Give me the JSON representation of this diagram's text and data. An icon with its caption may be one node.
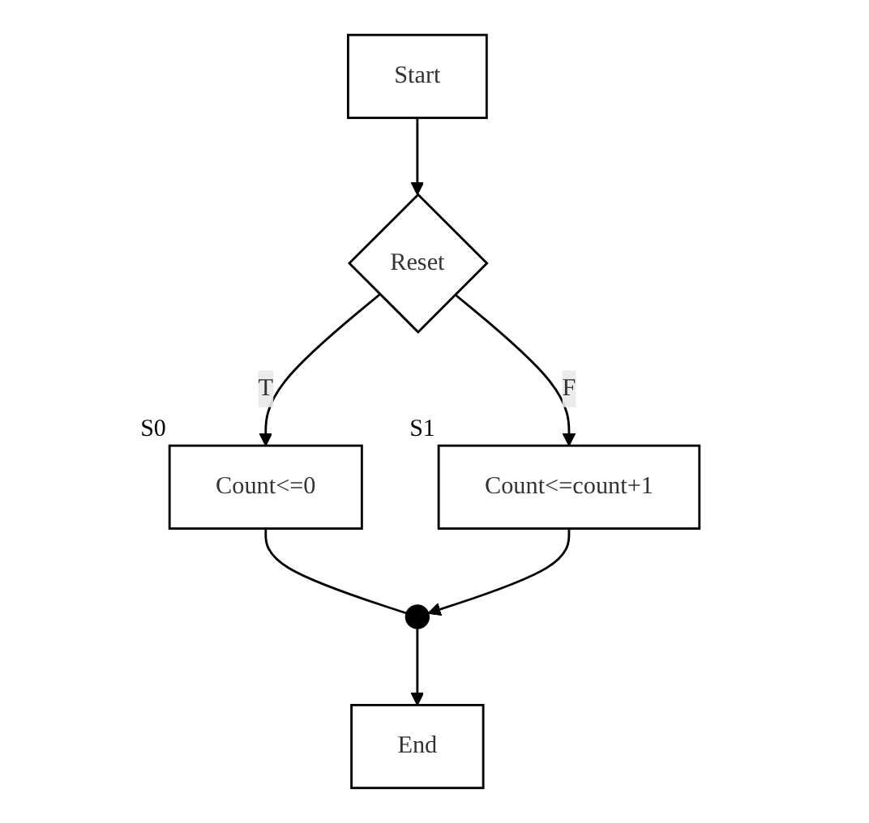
{
  "diagram": {
    "nodes": [
      {
        "text": [
          "Start"
        ]
      },
      {
        "text": [
          "Reset"
        ]
      },
      {
        "text": [
          "Count<=count+1"
        ],
        "beside": [
          "S1"
        ]
      },
      {
        "text": [
          "Count<=0"
        ],
        "beside": [
          "S0"
        ]
      },
      {
        "text": [],
        "shape": "circle"
      },
      {
        "text": [
          "End"
        ]
      }
    ],
    "edges": [
      {
        "from": 0,
        "to": 1,
        "arrow": "to"
      },
      {
        "from": 1,
        "to": 2,
        "arrow": "to",
        "label": "F"
      },
      {
        "from": 1,
        "to": 3,
        "arrow": "to",
        "label": "T"
      },
      {
        "from": 3,
        "to": 4,
        "arrow": "none"
      },
      {
        "from": 2,
        "to": 4,
        "arrow": "to"
      },
      {
        "from": 4,
        "to": 5,
        "arrow": "to"
      }
    ]
  }
}
